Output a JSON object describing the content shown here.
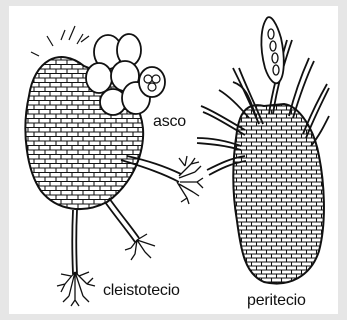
{
  "diagram": {
    "labels": {
      "asco": "asco",
      "cleistotecio": "cleistotecio",
      "peritecio": "peritecio"
    }
  },
  "colors": {
    "frame_background": "#e6e6e6",
    "canvas_background": "#ffffff",
    "line": "#111111"
  }
}
